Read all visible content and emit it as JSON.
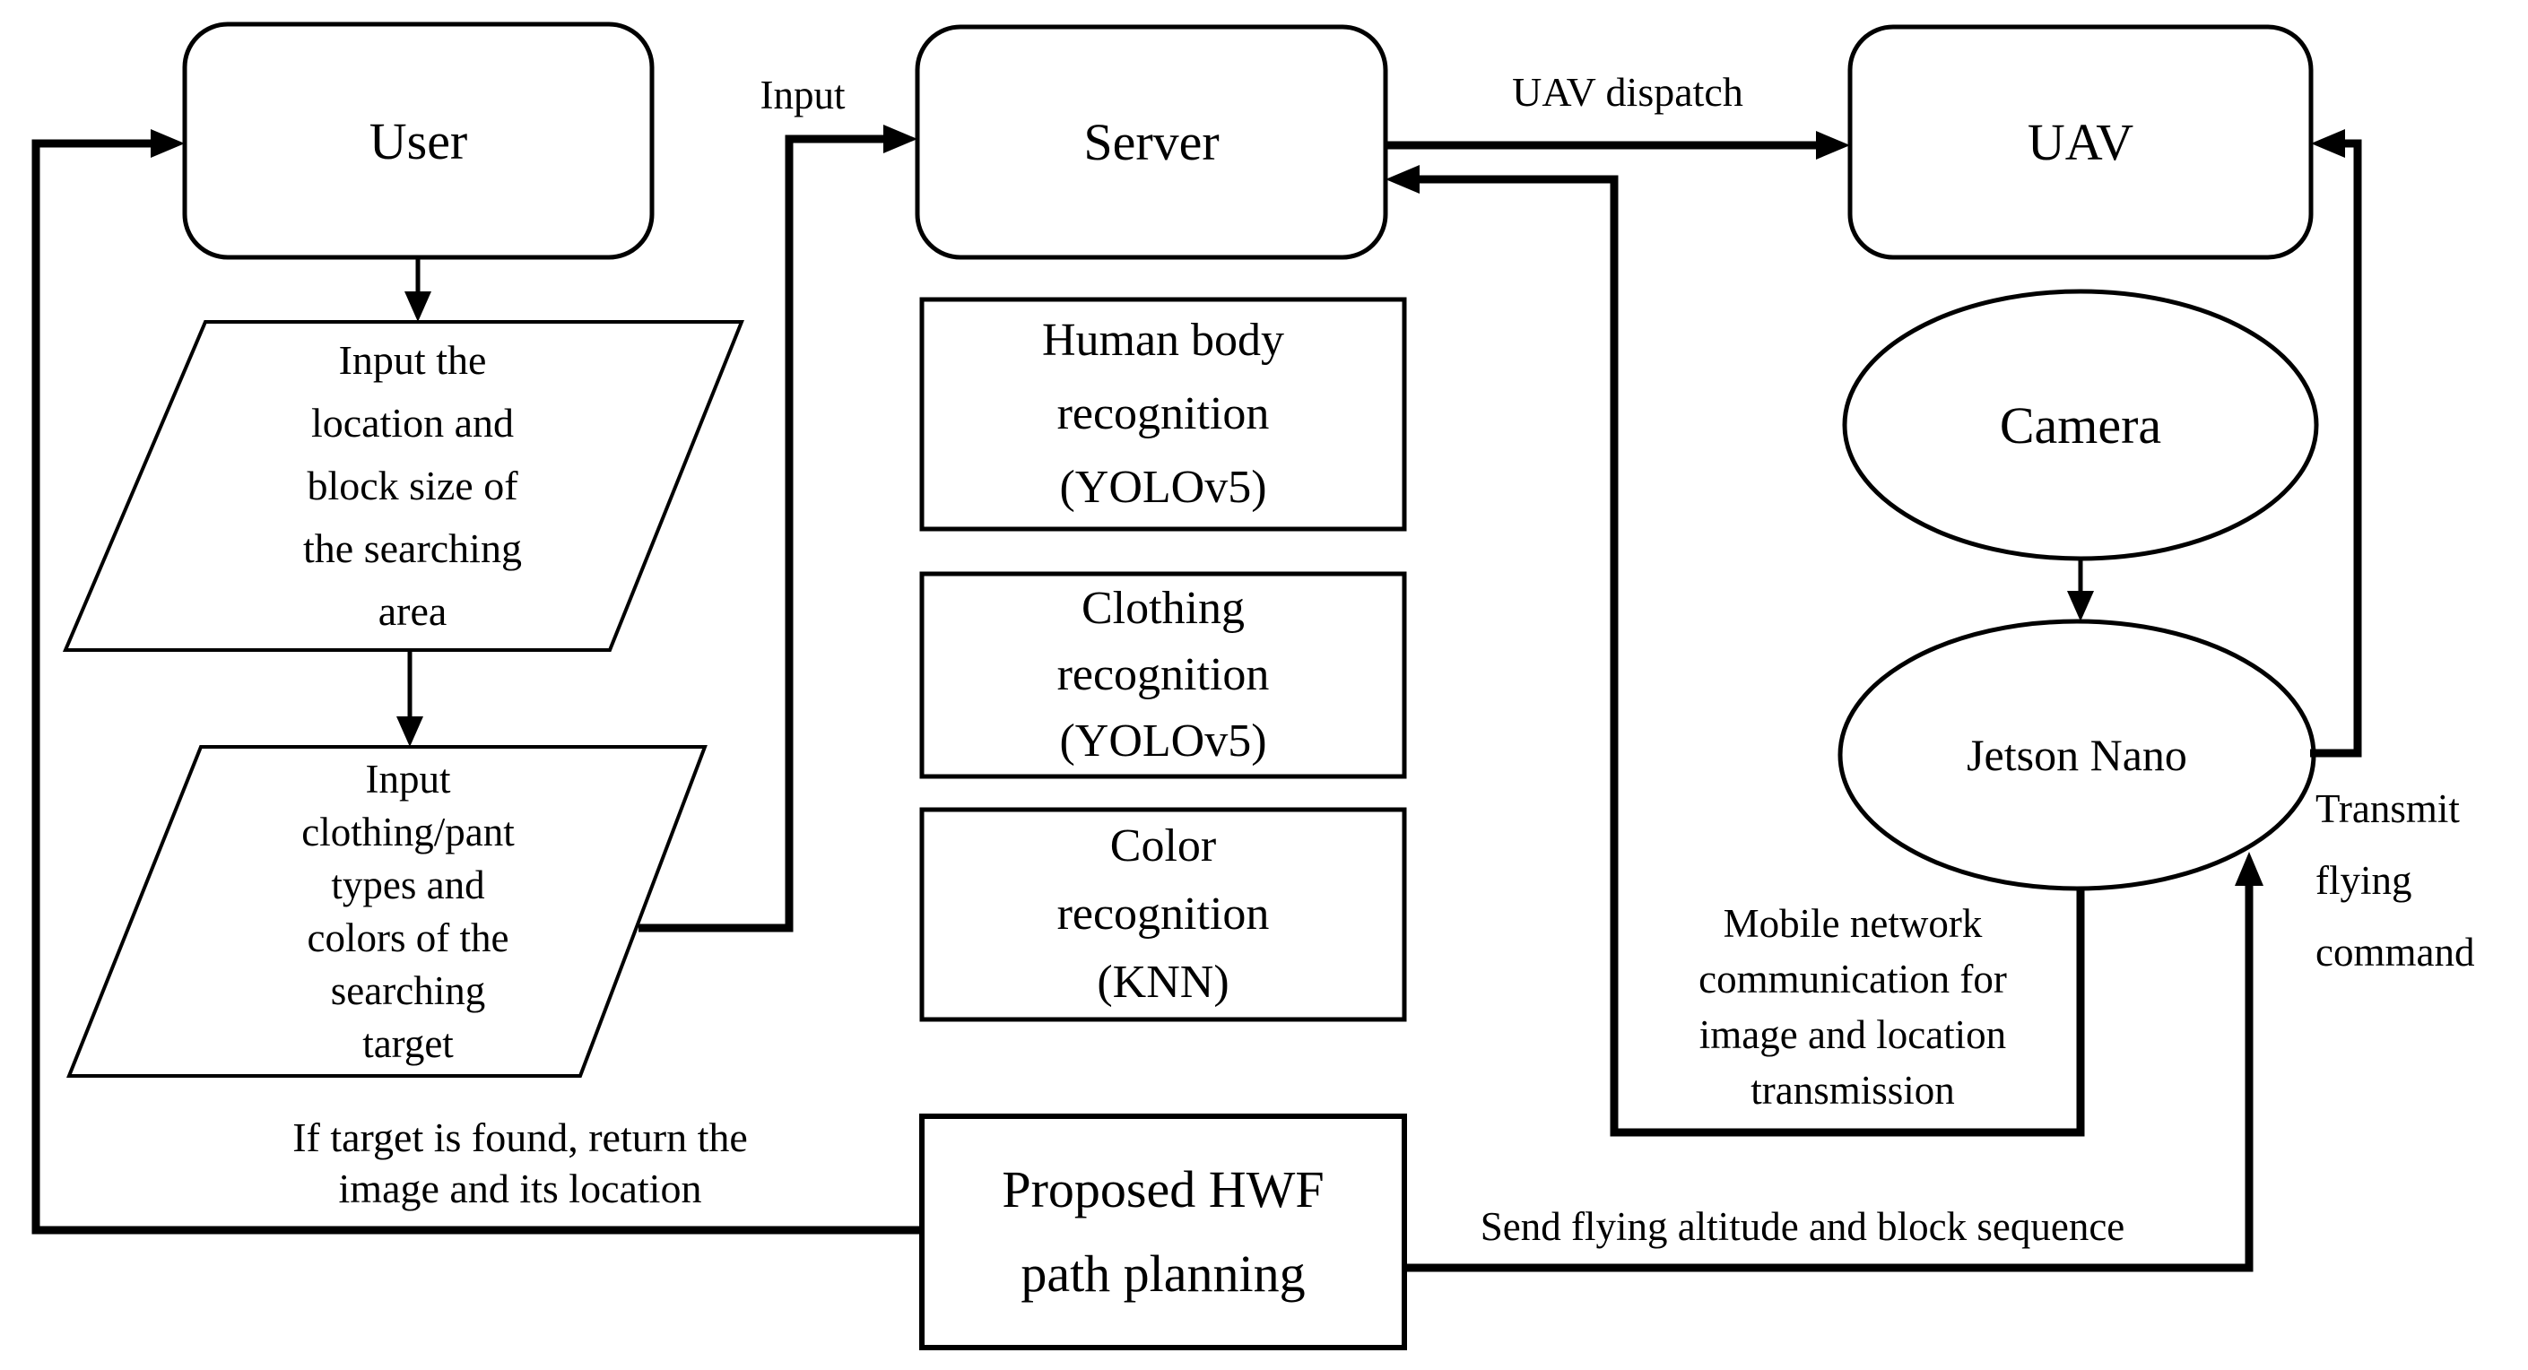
{
  "nodes": {
    "user": {
      "label": "User"
    },
    "server": {
      "label": "Server"
    },
    "uav": {
      "label": "UAV"
    },
    "input_area": {
      "lines": [
        "Input the",
        "location and",
        "block size of",
        "the searching",
        "area"
      ]
    },
    "input_target": {
      "lines": [
        "Input",
        "clothing/pant",
        "types and",
        "colors of the",
        "searching",
        "target"
      ]
    },
    "human_body_recognition": {
      "lines": [
        "Human body",
        "recognition",
        "(YOLOv5)"
      ]
    },
    "clothing_recognition": {
      "lines": [
        "Clothing",
        "recognition",
        "(YOLOv5)"
      ]
    },
    "color_recognition": {
      "lines": [
        "Color",
        "recognition",
        "(KNN)"
      ]
    },
    "hwf_path_planning": {
      "lines": [
        "Proposed HWF",
        "path planning"
      ]
    },
    "camera": {
      "label": "Camera"
    },
    "jetson_nano": {
      "label": "Jetson Nano"
    }
  },
  "edge_labels": {
    "input": "Input",
    "uav_dispatch": "UAV dispatch",
    "target_found": {
      "lines": [
        "If target is found, return the",
        "image and its location"
      ]
    },
    "send_altitude": "Send flying altitude and block sequence",
    "mobile_network": {
      "lines": [
        "Mobile network",
        "communication for",
        "image and location",
        "transmission"
      ]
    },
    "transmit_command": {
      "lines": [
        "Transmit",
        "flying",
        "command"
      ]
    }
  },
  "colors": {
    "line": "#000000",
    "background": "#ffffff",
    "text": "#000000"
  }
}
